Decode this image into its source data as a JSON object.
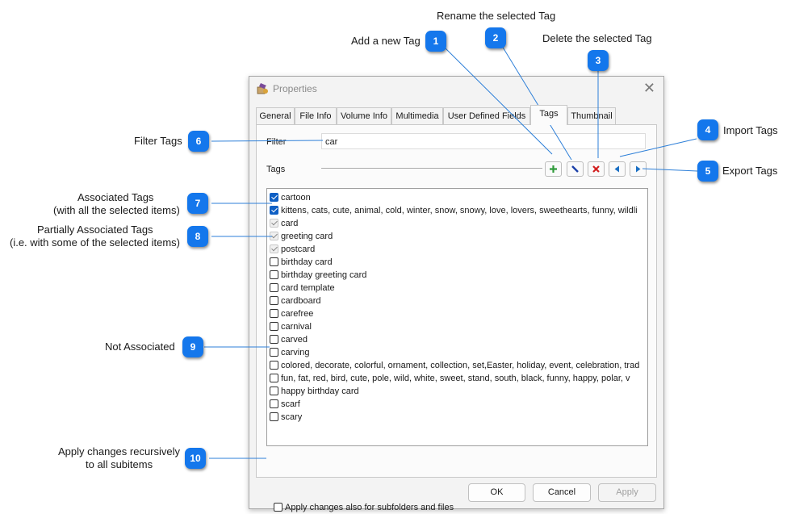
{
  "callouts": [
    {
      "num": "1",
      "text": "Add a new Tag"
    },
    {
      "num": "2",
      "text": "Rename the selected Tag"
    },
    {
      "num": "3",
      "text": "Delete the selected Tag"
    },
    {
      "num": "4",
      "text": "Import Tags"
    },
    {
      "num": "5",
      "text": "Export Tags"
    },
    {
      "num": "6",
      "text": "Filter Tags"
    },
    {
      "num": "7",
      "line1": "Associated Tags",
      "line2": "(with all the selected items)"
    },
    {
      "num": "8",
      "line1": "Partially Associated Tags",
      "line2": "(i.e. with some of the selected items)"
    },
    {
      "num": "9",
      "text": "Not Associated"
    },
    {
      "num": "10",
      "line1": "Apply changes recursively",
      "line2": "to all subitems"
    }
  ],
  "dialog": {
    "title": "Properties",
    "tabs": [
      "General",
      "File Info",
      "Volume Info",
      "Multimedia",
      "User Defined Fields",
      "Tags",
      "Thumbnail"
    ],
    "active_tab": "Tags",
    "filter_label": "Filter",
    "filter_value": "car",
    "tags_label": "Tags",
    "toolbar_icons": {
      "add": "plus-icon",
      "rename": "pencil-icon",
      "delete": "cross-icon",
      "import": "left-arrow-icon",
      "export": "right-arrow-icon"
    },
    "tags": [
      {
        "label": "cartoon",
        "state": "checked"
      },
      {
        "label": "kittens, cats, cute, animal, cold, winter, snow, snowy, love, lovers, sweethearts, funny, wildli",
        "state": "checked"
      },
      {
        "label": "card",
        "state": "partial"
      },
      {
        "label": "greeting card",
        "state": "partial"
      },
      {
        "label": "postcard",
        "state": "partial"
      },
      {
        "label": "birthday card",
        "state": "unchecked"
      },
      {
        "label": "birthday greeting card",
        "state": "unchecked"
      },
      {
        "label": "card template",
        "state": "unchecked"
      },
      {
        "label": "cardboard",
        "state": "unchecked"
      },
      {
        "label": "carefree",
        "state": "unchecked"
      },
      {
        "label": "carnival",
        "state": "unchecked"
      },
      {
        "label": "carved",
        "state": "unchecked"
      },
      {
        "label": "carving",
        "state": "unchecked"
      },
      {
        "label": "colored, decorate, colorful, ornament, collection, set,Easter, holiday, event, celebration, trad",
        "state": "unchecked"
      },
      {
        "label": "fun, fat, red, bird, cute, pole, wild, white, sweet, stand, south, black, funny,  happy, polar, v",
        "state": "unchecked"
      },
      {
        "label": "happy birthday card",
        "state": "unchecked"
      },
      {
        "label": "scarf",
        "state": "unchecked"
      },
      {
        "label": "scary",
        "state": "unchecked"
      }
    ],
    "recursive_label": "Apply changes also for subfolders and files",
    "buttons": {
      "ok": "OK",
      "cancel": "Cancel",
      "apply": "Apply"
    }
  },
  "colors": {
    "badge": "#1477ec",
    "checkbox_checked": "#0e5fc4",
    "add_icon": "#2e9a3a",
    "rename_icon": "#1a3fa8",
    "delete_icon": "#d21f1f",
    "arrow_icon": "#1a6fc4"
  }
}
